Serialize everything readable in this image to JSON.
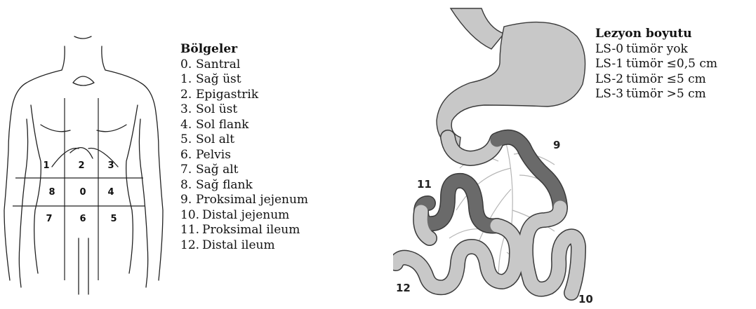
{
  "torso": {
    "region_numbers": [
      "1",
      "2",
      "3",
      "8",
      "0",
      "4",
      "7",
      "6",
      "5"
    ]
  },
  "regions_legend": {
    "title": "Bölgeler",
    "items": [
      {
        "num": "0.",
        "label": "Santral"
      },
      {
        "num": "1.",
        "label": "Sağ üst"
      },
      {
        "num": "2.",
        "label": "Epigastrik"
      },
      {
        "num": "3.",
        "label": "Sol üst"
      },
      {
        "num": "4.",
        "label": "Sol flank"
      },
      {
        "num": "5.",
        "label": "Sol alt"
      },
      {
        "num": "6.",
        "label": "Pelvis"
      },
      {
        "num": "7.",
        "label": "Sağ alt"
      },
      {
        "num": "8.",
        "label": "Sağ flank"
      },
      {
        "num": "9.",
        "label": "Proksimal jejenum"
      },
      {
        "num": "10.",
        "label": "Distal jejenum"
      },
      {
        "num": "11.",
        "label": "Proksimal ileum"
      },
      {
        "num": "12.",
        "label": "Distal ileum"
      }
    ]
  },
  "gut": {
    "segment_labels": {
      "s9": "9",
      "s10": "10",
      "s11": "11",
      "s12": "12"
    },
    "colors": {
      "light": "#c8c8c8",
      "dark": "#6a6a6a",
      "outline": "#3a3a3a",
      "vessel": "#b5b5b5"
    }
  },
  "size_legend": {
    "title": "Lezyon boyutu",
    "items": [
      {
        "code": "LS-0",
        "text": "tümör yok"
      },
      {
        "code": "LS-1",
        "text": "tümör ≤0,5 cm"
      },
      {
        "code": "LS-2",
        "text": "tümör ≤5 cm"
      },
      {
        "code": "LS-3",
        "text": "tümör >5 cm"
      }
    ]
  }
}
